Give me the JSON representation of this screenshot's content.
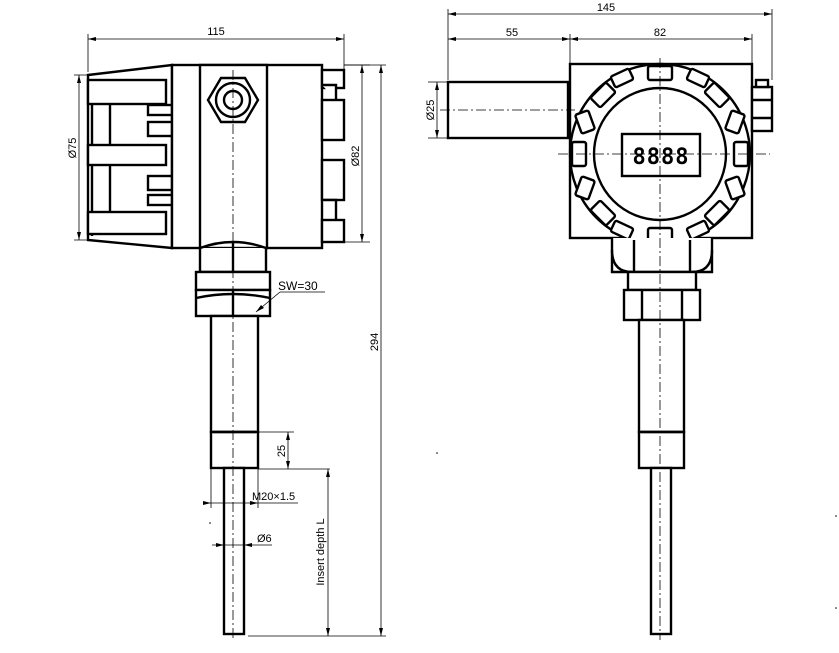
{
  "left_view": {
    "dim_width": "115",
    "dim_body_dia": "Ø75",
    "dim_housing_dia": "Ø82",
    "dim_total_length": "294",
    "wrench_size": "SW=30",
    "dim_thread_length": "25",
    "thread_spec": "M20×1.5",
    "dim_probe_dia": "Ø6",
    "insert_depth": "Insert depth L"
  },
  "right_view": {
    "dim_total_width": "145",
    "dim_extension_width": "55",
    "dim_head_width": "82",
    "dim_extension_dia": "Ø25",
    "display_text": "8888"
  }
}
